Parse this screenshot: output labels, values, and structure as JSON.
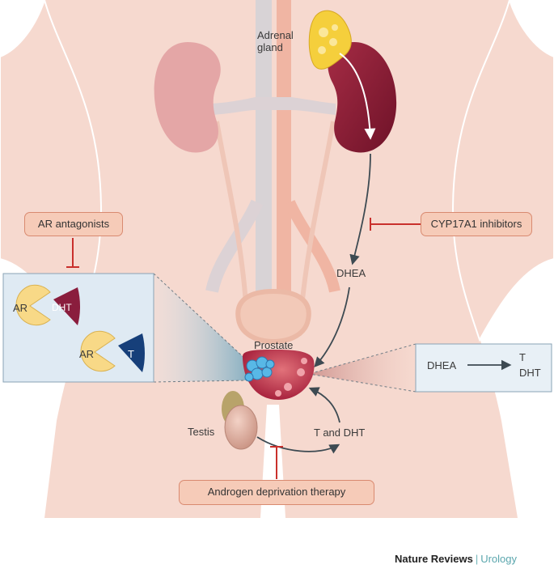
{
  "labels": {
    "adrenal_gland_line1": "Adrenal",
    "adrenal_gland_line2": "gland",
    "dhea": "DHEA",
    "prostate": "Prostate",
    "testis": "Testis",
    "t_and_dht": "T and DHT",
    "ar_1": "AR",
    "dht_ligand": "DHT",
    "ar_2": "AR",
    "t_ligand": "T",
    "inset_dhea": "DHEA",
    "inset_t": "T",
    "inset_dht": "DHT"
  },
  "therapies": {
    "ar_antagonists": "AR antagonists",
    "cyp17a1_inhibitors": "CYP17A1 inhibitors",
    "androgen_deprivation": "Androgen deprivation therapy"
  },
  "branding": {
    "publisher": "Nature Reviews",
    "separator": "|",
    "journal": "Urology"
  },
  "colors": {
    "skin": "#f6d9cf",
    "kidney_left": "#e4a6a6",
    "kidney_right": "#8d1c38",
    "adrenal": "#f5cf3c",
    "inhibit_red": "#c9302c",
    "panel_blue": "#dfeaf3",
    "ar_yellow": "#f8d987",
    "dht_maroon": "#8a1d3d",
    "t_navy": "#163f7a",
    "tumor_blue": "#58b8e6"
  }
}
